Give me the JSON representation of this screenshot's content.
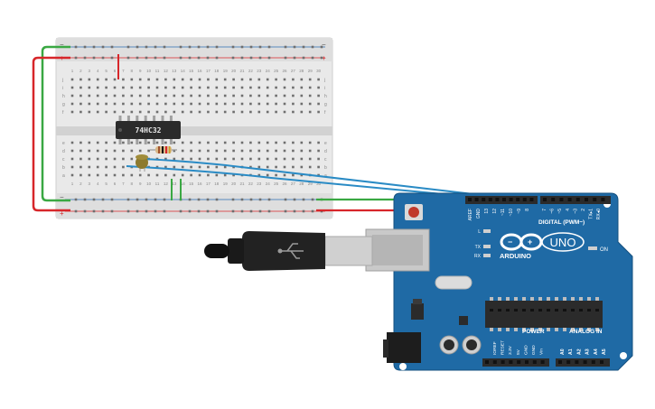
{
  "breadboard": {
    "column_numbers": [
      "1",
      "2",
      "3",
      "4",
      "5",
      "6",
      "7",
      "8",
      "9",
      "10",
      "11",
      "12",
      "13",
      "14",
      "15",
      "16",
      "17",
      "18",
      "19",
      "20",
      "21",
      "22",
      "23",
      "24",
      "25",
      "26",
      "27",
      "28",
      "29",
      "30"
    ],
    "row_letters_top": [
      "j",
      "i",
      "h",
      "g",
      "f"
    ],
    "row_letters_bottom": [
      "e",
      "d",
      "c",
      "b",
      "a"
    ],
    "rail_minus": "−",
    "rail_plus": "+"
  },
  "chip": {
    "label": "74HC32"
  },
  "arduino": {
    "model_logo": "UNO",
    "brand": "ARDUINO",
    "digital_header_label": "DIGITAL (PWM~)",
    "analog_header_label": "ANALOG IN",
    "power_header_label": "POWER",
    "on_label": "ON",
    "led_labels": [
      "L",
      "TX",
      "RX"
    ],
    "top_pin_labels": [
      "AREF",
      "GND",
      "13",
      "12",
      "~11",
      "~10",
      "~9",
      "8",
      "7",
      "~6",
      "~5",
      "4",
      "~3",
      "2",
      "TX▸1",
      "RX◂0"
    ],
    "power_pin_labels": [
      "IOREF",
      "RESET",
      "3.3V",
      "5V",
      "GND",
      "GND",
      "Vin"
    ],
    "analog_pin_labels": [
      "A0",
      "A1",
      "A2",
      "A3",
      "A4",
      "A5"
    ]
  },
  "colors": {
    "board_blue": "#1f6aa5",
    "wire_green": "#3aa843",
    "wire_red": "#d7262a",
    "wire_blue": "#2a8bc5",
    "chip_black": "#2b2b2b",
    "breadboard": "#e6e6e6"
  },
  "icons": [
    "usb-plug-icon",
    "arduino-infinity-logo-icon"
  ]
}
